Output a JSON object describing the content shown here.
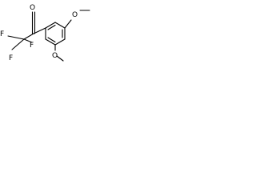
{
  "molecule": {
    "atoms": {
      "oxygen_carbonyl": "O",
      "fluorine_left": "F",
      "fluorine_right": "F",
      "fluorine_bottom": "F",
      "oxygen_methoxy_top": "O",
      "oxygen_methoxy_bottom": "O"
    }
  }
}
